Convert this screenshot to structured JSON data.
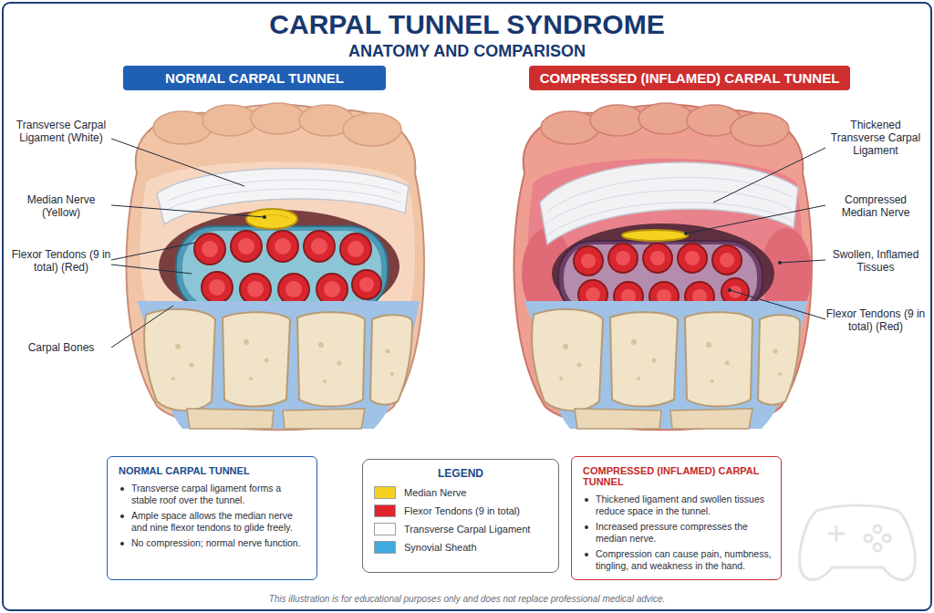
{
  "diagram": {
    "title": "CARPAL TUNNEL SYNDROME",
    "caption": "This illustration is for educational purposes only and does not replace professional medical advice.",
    "nodes": [
      {
        "text": [
          "NORMAL CARPAL TUNNEL"
        ]
      },
      {
        "text": [
          "COMPRESSED (INFLAMED) CARPAL TUNNEL"
        ]
      },
      {
        "text": [
          "NORMAL CARPAL TUNNEL",
          "Transverse carpal ligament forms a stable roof over the tunnel.",
          "Ample space allows the median nerve and nine flexor tendons to glide freely.",
          "No compression; normal nerve function."
        ]
      },
      {
        "text": [
          "LEGEND"
        ]
      },
      {
        "text": [
          "COMPRESSED (INFLAMED) CARPAL TUNNEL",
          "Thickened ligament and swollen tissues reduce space in the tunnel.",
          "Increased pressure compresses the median nerve.",
          "Compression can cause pain, numbness, tingling, and weakness in the hand."
        ]
      }
    ],
    "labels": [
      "ANATOMY AND COMPARISON",
      "Transverse Carpal Ligament (White)",
      "Median Nerve (Yellow)",
      "Flexor Tendons (9 in total) (Red)",
      "Carpal Bones",
      "Thickened Transverse Carpal Ligament",
      "Compressed Median Nerve",
      "Swollen, Inflamed Tissues",
      "Flexor Tendons (9 in total) (Red)"
    ],
    "legend": [
      {
        "text": "Median Nerve",
        "color": "#f5d21f"
      },
      {
        "text": "Flexor Tendons (9 in total)",
        "color": "#e0242c"
      },
      {
        "text": "Transverse Carpal Ligament",
        "color": "#ffffff"
      },
      {
        "text": "Synovial Sheath",
        "color": "#3fa9e0"
      }
    ]
  }
}
